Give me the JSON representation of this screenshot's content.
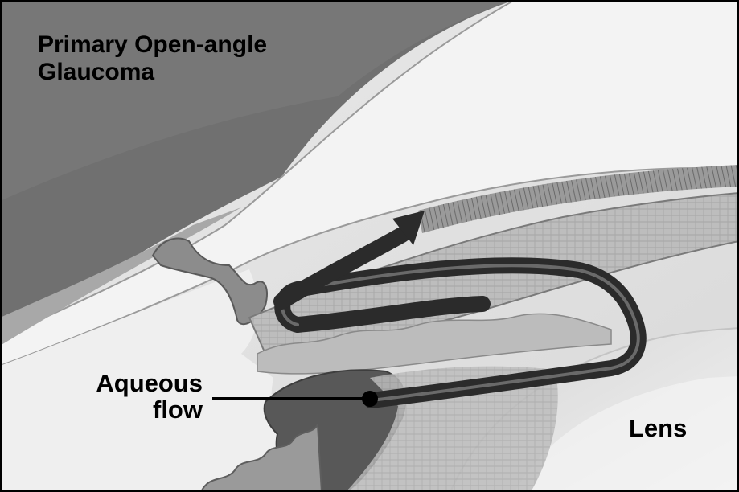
{
  "title": {
    "line1": "Primary Open-angle",
    "line2": "Glaucoma"
  },
  "labels": {
    "aqueous_line1": "Aqueous",
    "aqueous_line2": "flow",
    "lens": "Lens"
  },
  "colors": {
    "background": "#ffffff",
    "border": "#000000",
    "sclera_dark": "#6e6e6e",
    "cornea": "#eeeeee",
    "iris": "#8a8a8a",
    "ciliary_body": "#5c5c5c",
    "lens": "#e6e6e6",
    "arrow": "#2b2b2b",
    "text": "#000000"
  }
}
